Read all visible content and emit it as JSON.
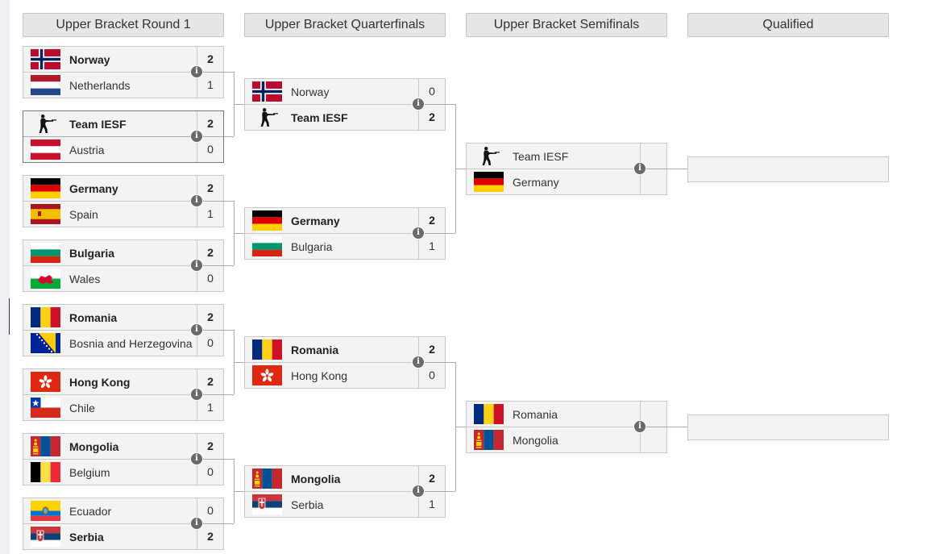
{
  "headers": {
    "round1": "Upper Bracket Round 1",
    "quarterfinals": "Upper Bracket Quarterfinals",
    "semifinals": "Upper Bracket Semifinals",
    "qualified": "Qualified"
  },
  "round1": [
    {
      "team1": "Norway",
      "score1": "2",
      "team2": "Netherlands",
      "score2": "1",
      "winner": 1
    },
    {
      "team1": "Team IESF",
      "score1": "2",
      "team2": "Austria",
      "score2": "0",
      "winner": 1
    },
    {
      "team1": "Germany",
      "score1": "2",
      "team2": "Spain",
      "score2": "1",
      "winner": 1
    },
    {
      "team1": "Bulgaria",
      "score1": "2",
      "team2": "Wales",
      "score2": "0",
      "winner": 1
    },
    {
      "team1": "Romania",
      "score1": "2",
      "team2": "Bosnia and Herzegovina",
      "score2": "0",
      "winner": 1
    },
    {
      "team1": "Hong Kong",
      "score1": "2",
      "team2": "Chile",
      "score2": "1",
      "winner": 1
    },
    {
      "team1": "Mongolia",
      "score1": "2",
      "team2": "Belgium",
      "score2": "0",
      "winner": 1
    },
    {
      "team1": "Ecuador",
      "score1": "0",
      "team2": "Serbia",
      "score2": "2",
      "winner": 2
    }
  ],
  "quarterfinals": [
    {
      "team1": "Norway",
      "score1": "0",
      "team2": "Team IESF",
      "score2": "2",
      "winner": 2
    },
    {
      "team1": "Germany",
      "score1": "2",
      "team2": "Bulgaria",
      "score2": "1",
      "winner": 1
    },
    {
      "team1": "Romania",
      "score1": "2",
      "team2": "Hong Kong",
      "score2": "0",
      "winner": 1
    },
    {
      "team1": "Mongolia",
      "score1": "2",
      "team2": "Serbia",
      "score2": "1",
      "winner": 1
    }
  ],
  "semifinals": [
    {
      "team1": "Team IESF",
      "score1": "",
      "team2": "Germany",
      "score2": "",
      "winner": 0
    },
    {
      "team1": "Romania",
      "score1": "",
      "team2": "Mongolia",
      "score2": "",
      "winner": 0
    }
  ],
  "info_icon": "info-icon",
  "colors": {
    "header_bg": "#e6e6e6",
    "match_bg": "#f3f3f3",
    "line": "#aaaaaa",
    "info": "#6a6a6a"
  }
}
